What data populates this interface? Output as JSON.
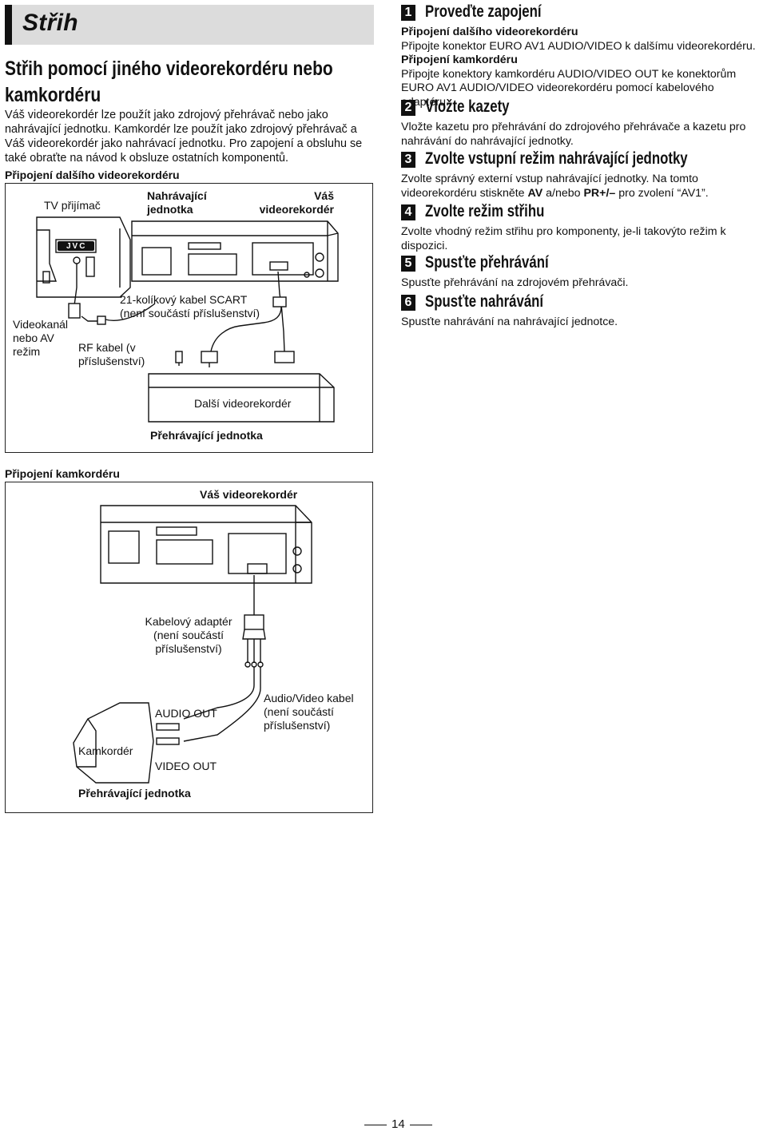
{
  "header": {
    "section_title": "Střih"
  },
  "main": {
    "heading": "Střih pomocí jiného videorekordéru nebo kamkordéru",
    "intro": "Váš videorekordér lze použít jako zdrojový přehrávač nebo jako nahrávající jednotku. Kamkordér lze použít jako zdrojový přehrávač a Váš videorekordér jako nahrávací jednotku. Pro zapojení a obsluhu se také obraťte na návod k obsluze ostatních komponentů."
  },
  "diagram1": {
    "title": "Připojení dalšího videorekordéru",
    "tv_label": "TV přijímač",
    "tv_logo": "JVC",
    "recording_unit": "Nahrávající jednotka",
    "your_vcr": "Váš videorekordér",
    "scart_label": "21-kolíkový kabel SCART (není součástí příslušenství)",
    "video_channel": "Videokanál nebo AV režim",
    "rf_label": "RF kabel (v příslušenství)",
    "other_vcr": "Další videorekordér",
    "playback_unit": "Přehrávající jednotka"
  },
  "diagram2": {
    "title": "Připojení kamkordéru",
    "your_vcr": "Váš videorekordér",
    "adapter": "Kabelový adaptér (není součástí příslušenství)",
    "av_cable": "Audio/Video kabel (není součástí příslušenství)",
    "audio_out": "AUDIO OUT",
    "camcorder": "Kamkordér",
    "video_out": "VIDEO OUT",
    "playback_unit": "Přehrávající jednotka"
  },
  "steps": [
    {
      "num": "1",
      "title": "Proveďte zapojení",
      "sub1": "Připojení dalšího videorekordéru",
      "text1": "Připojte konektor EURO AV1 AUDIO/VIDEO k dalšímu videorekordéru.",
      "sub2": "Připojení kamkordéru",
      "text2": "Připojte konektory kamkordéru AUDIO/VIDEO OUT ke konektorům EURO AV1 AUDIO/VIDEO videorekordéru pomocí kabelového adaptéru."
    },
    {
      "num": "2",
      "title": "Vložte kazety",
      "text": "Vložte kazetu pro přehrávání do zdrojového přehrávače a kazetu pro nahrávání do nahrávající jednotky."
    },
    {
      "num": "3",
      "title": "Zvolte vstupní režim nahrávající jednotky",
      "text_a": "Zvolte správný externí vstup nahrávající jednotky. Na tomto videorekordéru stiskněte ",
      "key1": "AV",
      "text_b": " a/nebo ",
      "key2": "PR+/–",
      "text_c": " pro zvolení “AV1”."
    },
    {
      "num": "4",
      "title": "Zvolte režim střihu",
      "text": "Zvolte vhodný režim střihu pro komponenty, je-li takovýto režim k dispozici."
    },
    {
      "num": "5",
      "title": "Spusťte přehrávání",
      "text": "Spusťte přehrávání na zdrojovém přehrávači."
    },
    {
      "num": "6",
      "title": "Spusťte nahrávání",
      "text": "Spusťte nahrávání na nahrávající jednotce."
    }
  ],
  "footer": {
    "page_number": "14"
  }
}
